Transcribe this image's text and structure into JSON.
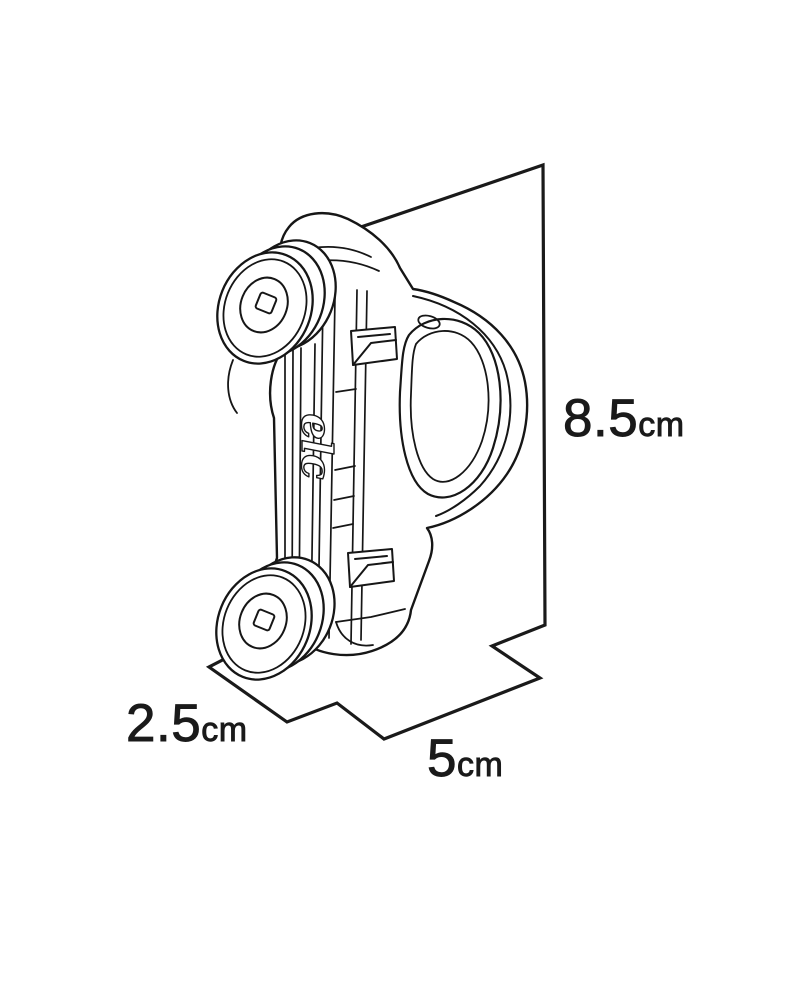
{
  "canvas": {
    "background_color": "#ffffff",
    "line_color": "#1a1a1a",
    "description": "Black-and-white technical line drawing of a toy car shown tilted upright against a measurement plane, with three dimension labels"
  },
  "product": {
    "logo_text": "elc"
  },
  "dimensions": {
    "height": {
      "value": "8.5",
      "unit": "cm"
    },
    "depth": {
      "value": "2.5",
      "unit": "cm"
    },
    "length": {
      "value": "5",
      "unit": "cm"
    }
  }
}
